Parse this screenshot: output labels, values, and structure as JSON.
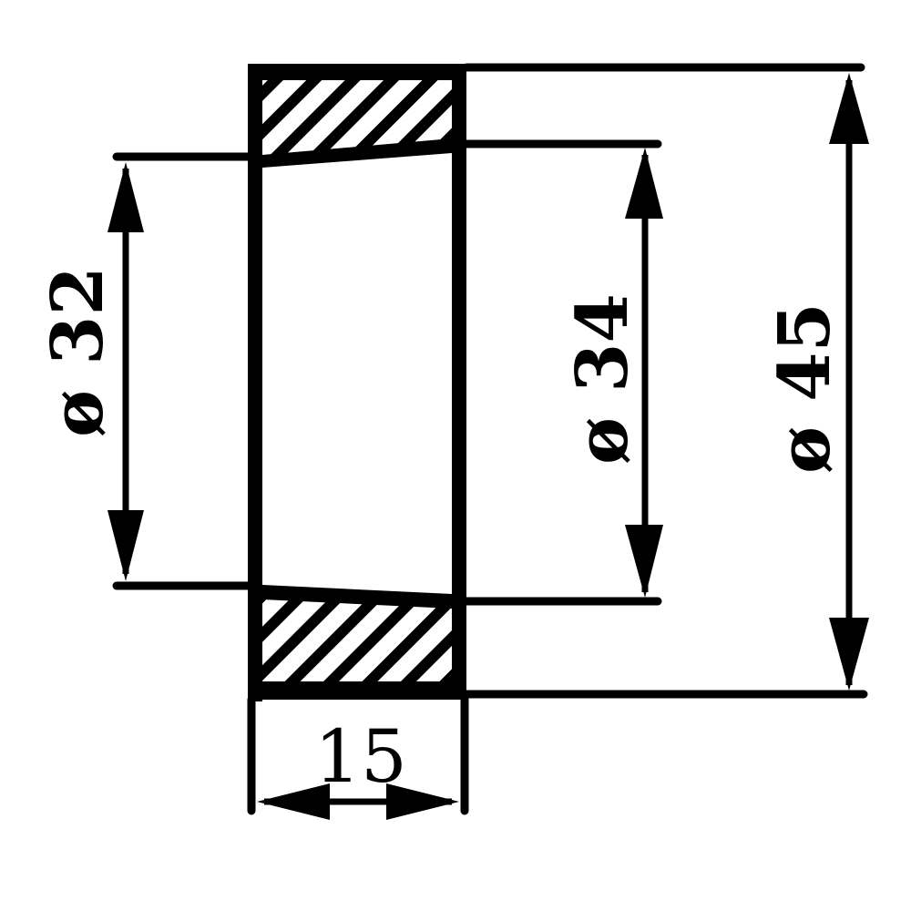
{
  "diagram": {
    "type": "engineering-section-drawing",
    "subject": "tapered bushing / ring cross-section",
    "colors": {
      "ink": "#000000",
      "background": "#ffffff"
    },
    "dimensions": {
      "inner_small_diameter": {
        "label": "ø 32",
        "symbol": "ø",
        "value": "32"
      },
      "inner_large_diameter": {
        "label": "ø 34",
        "symbol": "ø",
        "value": "34"
      },
      "outer_diameter": {
        "label": "ø 45",
        "symbol": "ø",
        "value": "45"
      },
      "width": {
        "label": "15",
        "value": "15"
      }
    }
  }
}
